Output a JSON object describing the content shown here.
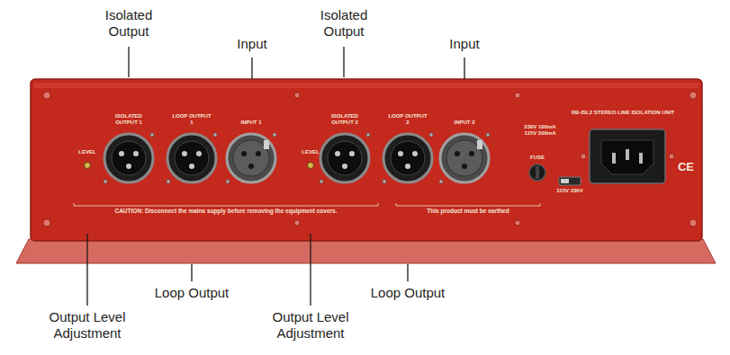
{
  "diagram": {
    "labels": [
      "Isolated Output",
      "Input",
      "Isolated Output",
      "Input",
      "ISOLATED OUTPUT 1",
      "LOOP OUTPUT 1",
      "INPUT 1",
      "ISOLATED OUTPUT 2",
      "LOOP OUTPUT 2",
      "INPUT 2",
      "RB-ISL2 STEREO LINE ISOLATION UNIT",
      "230V 100mA 115V 200mA",
      "LEVEL",
      "LEVEL",
      "FUSE",
      "115V 230V",
      "CE",
      "CAUTION: Disconnect the mains supply before removing the equipment covers.",
      "This product must be earthed",
      "Output Level Adjustment",
      "Loop Output",
      "Output Level Adjustment",
      "Loop Output"
    ]
  }
}
